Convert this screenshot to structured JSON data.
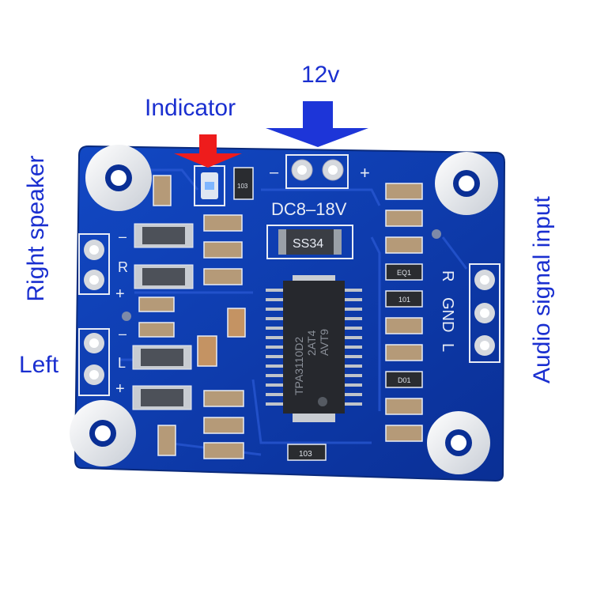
{
  "labels": {
    "power": "12v",
    "indicator": "Indicator",
    "right_speaker": "Right speaker",
    "left": "Left",
    "audio_input": "Audio signal input"
  },
  "board": {
    "silk_minus": "–",
    "silk_plus": "+",
    "dc_range": "DC8–18V",
    "diode": "SS34",
    "chip_line1": "TPA3110D2",
    "chip_line2": "2AT4",
    "chip_line3": "AVT9",
    "spk_r": "R",
    "spk_l": "L",
    "in_r": "R",
    "in_gnd": "GND",
    "in_l": "L",
    "res_103": "103",
    "res_eq1": "EQ1",
    "res_101": "101",
    "res_d01": "D01"
  },
  "colors": {
    "board": "#0d3fb0",
    "label_text": "#1a2fd0",
    "power_arrow": "#1d35d8",
    "indicator_arrow": "#ee1c1c"
  }
}
